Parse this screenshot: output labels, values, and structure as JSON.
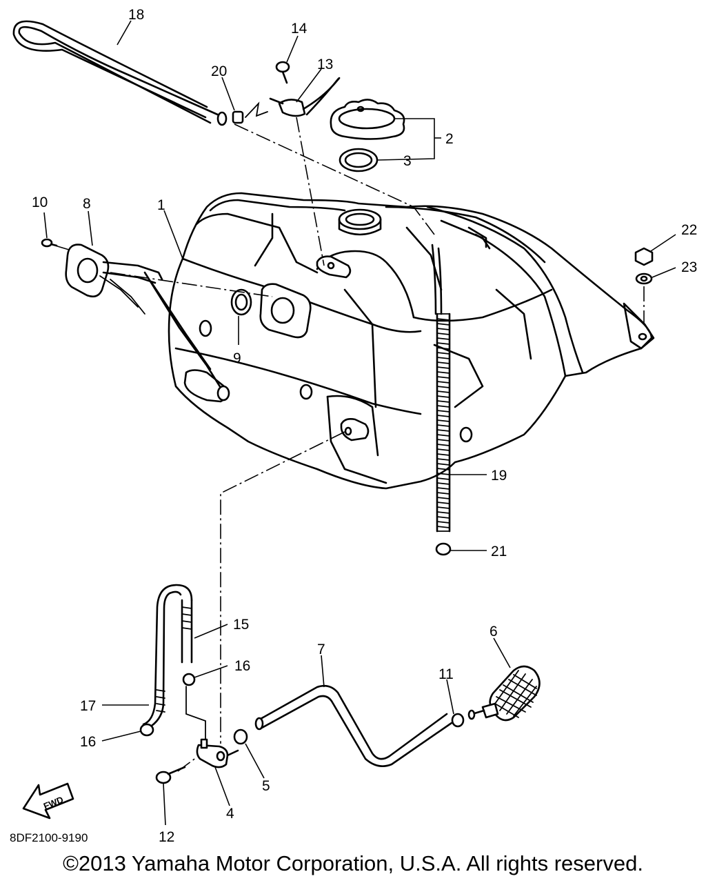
{
  "diagram": {
    "callouts": [
      "18",
      "14",
      "20",
      "13",
      "2",
      "3",
      "10",
      "8",
      "1",
      "22",
      "23",
      "9",
      "19",
      "21",
      "15",
      "16",
      "7",
      "6",
      "11",
      "17",
      "16",
      "5",
      "4",
      "12"
    ],
    "drawing_code": "8DF2100-9190",
    "fwd_label": "FWD"
  },
  "footer": {
    "copyright": "©2013 Yamaha Motor Corporation, U.S.A. All rights reserved."
  }
}
